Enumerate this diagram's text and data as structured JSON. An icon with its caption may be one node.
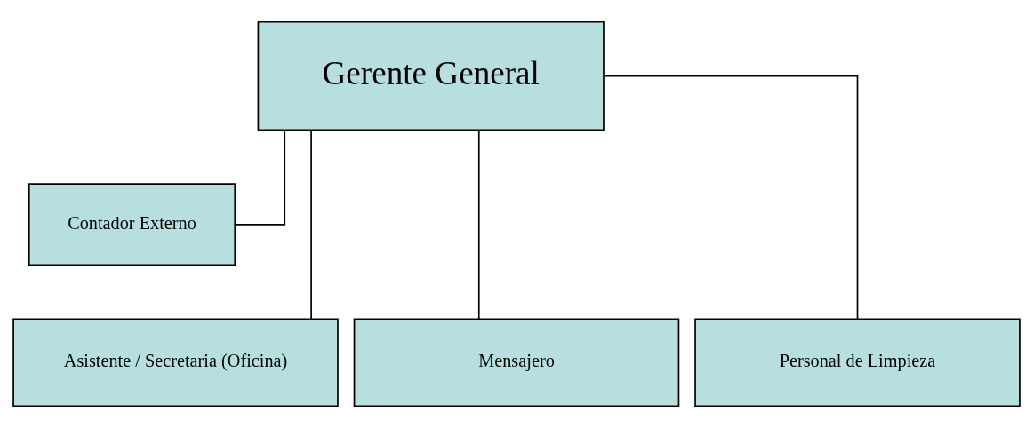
{
  "diagram": {
    "nodes": [
      {
        "text": [
          "Gerente General"
        ]
      },
      {
        "text": [
          "Contador Externo"
        ]
      },
      {
        "text": [
          "Asistente / Secretaria (Oficina)"
        ]
      },
      {
        "text": [
          "Mensajero"
        ]
      },
      {
        "text": [
          "Personal de Limpieza"
        ]
      }
    ],
    "edges": [
      {
        "from": 0,
        "to": 1,
        "arrow": "none"
      },
      {
        "from": 0,
        "to": 2,
        "arrow": "none"
      },
      {
        "from": 0,
        "to": 3,
        "arrow": "none"
      },
      {
        "from": 0,
        "to": 4,
        "arrow": "none"
      }
    ]
  }
}
